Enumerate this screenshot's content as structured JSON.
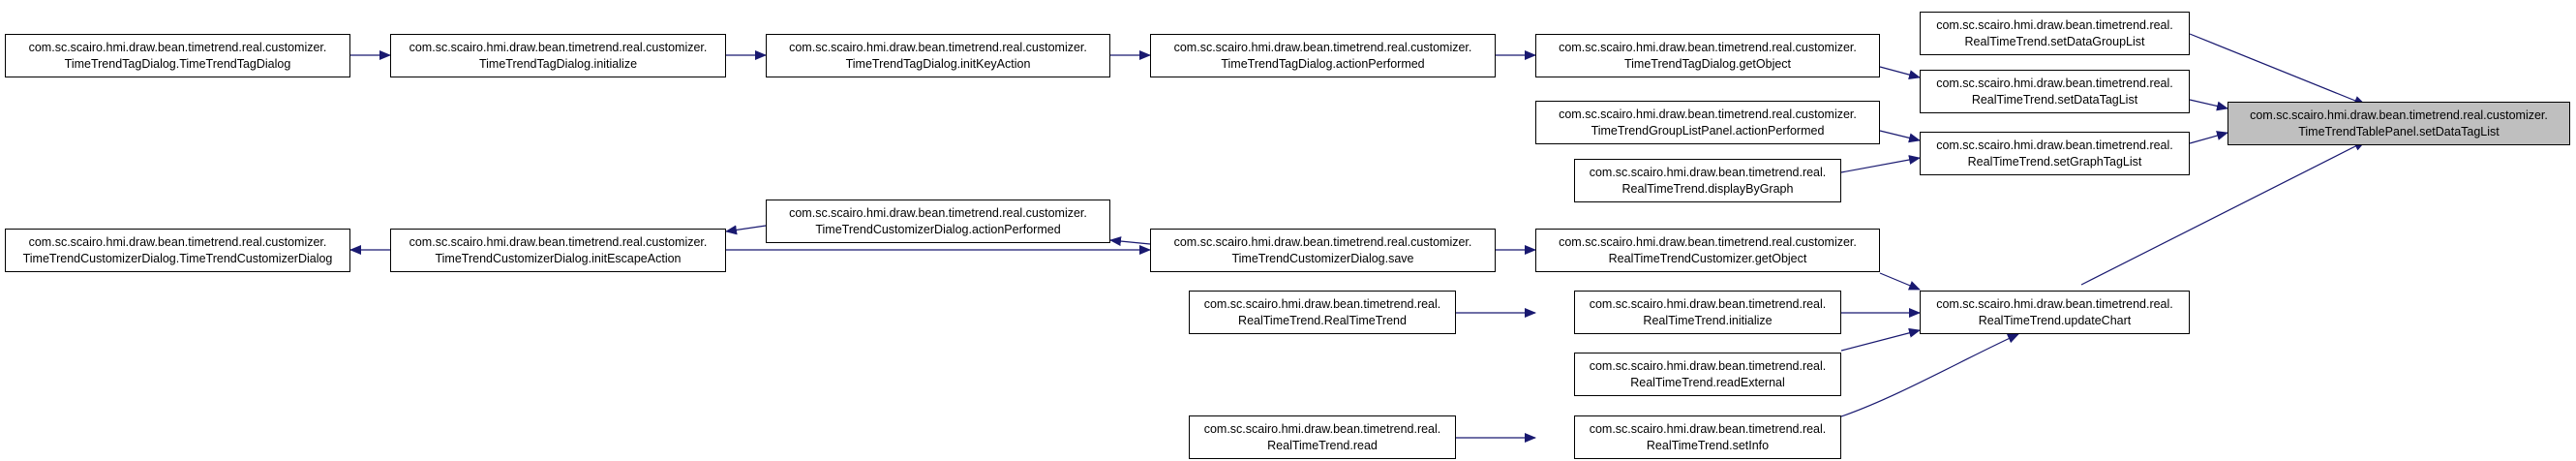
{
  "colors": {
    "edge": "#191970",
    "node_border": "#000000",
    "node_fill": "#ffffff",
    "focus_fill": "#bfbfbf"
  },
  "nodes": {
    "n01": {
      "l1": "com.sc.scairo.hmi.draw.bean.timetrend.real.customizer.",
      "l2": "TimeTrendTagDialog.TimeTrendTagDialog"
    },
    "n02": {
      "l1": "com.sc.scairo.hmi.draw.bean.timetrend.real.customizer.",
      "l2": "TimeTrendTagDialog.initialize"
    },
    "n03": {
      "l1": "com.sc.scairo.hmi.draw.bean.timetrend.real.customizer.",
      "l2": "TimeTrendTagDialog.initKeyAction"
    },
    "n04": {
      "l1": "com.sc.scairo.hmi.draw.bean.timetrend.real.customizer.",
      "l2": "TimeTrendTagDialog.actionPerformed"
    },
    "n05": {
      "l1": "com.sc.scairo.hmi.draw.bean.timetrend.real.customizer.",
      "l2": "TimeTrendTagDialog.getObject"
    },
    "n06": {
      "l1": "com.sc.scairo.hmi.draw.bean.timetrend.real.",
      "l2": "RealTimeTrend.setDataGroupList"
    },
    "n07": {
      "l1": "com.sc.scairo.hmi.draw.bean.timetrend.real.",
      "l2": "RealTimeTrend.setDataTagList"
    },
    "n08": {
      "l1": "com.sc.scairo.hmi.draw.bean.timetrend.real.customizer.",
      "l2": "TimeTrendTablePanel.setDataTagList"
    },
    "n09": {
      "l1": "com.sc.scairo.hmi.draw.bean.timetrend.real.customizer.",
      "l2": "TimeTrendGroupListPanel.actionPerformed"
    },
    "n10": {
      "l1": "com.sc.scairo.hmi.draw.bean.timetrend.real.",
      "l2": "RealTimeTrend.setGraphTagList"
    },
    "n11": {
      "l1": "com.sc.scairo.hmi.draw.bean.timetrend.real.",
      "l2": "RealTimeTrend.displayByGraph"
    },
    "n12": {
      "l1": "com.sc.scairo.hmi.draw.bean.timetrend.real.customizer.",
      "l2": "TimeTrendCustomizerDialog.actionPerformed"
    },
    "n13": {
      "l1": "com.sc.scairo.hmi.draw.bean.timetrend.real.customizer.",
      "l2": "TimeTrendCustomizerDialog.TimeTrendCustomizerDialog"
    },
    "n14": {
      "l1": "com.sc.scairo.hmi.draw.bean.timetrend.real.customizer.",
      "l2": "TimeTrendCustomizerDialog.initEscapeAction"
    },
    "n15": {
      "l1": "com.sc.scairo.hmi.draw.bean.timetrend.real.customizer.",
      "l2": "TimeTrendCustomizerDialog.save"
    },
    "n16": {
      "l1": "com.sc.scairo.hmi.draw.bean.timetrend.real.customizer.",
      "l2": "RealTimeTrendCustomizer.getObject"
    },
    "n17": {
      "l1": "com.sc.scairo.hmi.draw.bean.timetrend.real.",
      "l2": "RealTimeTrend.updateChart"
    },
    "n18": {
      "l1": "com.sc.scairo.hmi.draw.bean.timetrend.real.",
      "l2": "RealTimeTrend.RealTimeTrend"
    },
    "n19": {
      "l1": "com.sc.scairo.hmi.draw.bean.timetrend.real.",
      "l2": "RealTimeTrend.initialize"
    },
    "n20": {
      "l1": "com.sc.scairo.hmi.draw.bean.timetrend.real.",
      "l2": "RealTimeTrend.readExternal"
    },
    "n21": {
      "l1": "com.sc.scairo.hmi.draw.bean.timetrend.real.",
      "l2": "RealTimeTrend.read"
    },
    "n22": {
      "l1": "com.sc.scairo.hmi.draw.bean.timetrend.real.",
      "l2": "RealTimeTrend.setInfo"
    }
  }
}
